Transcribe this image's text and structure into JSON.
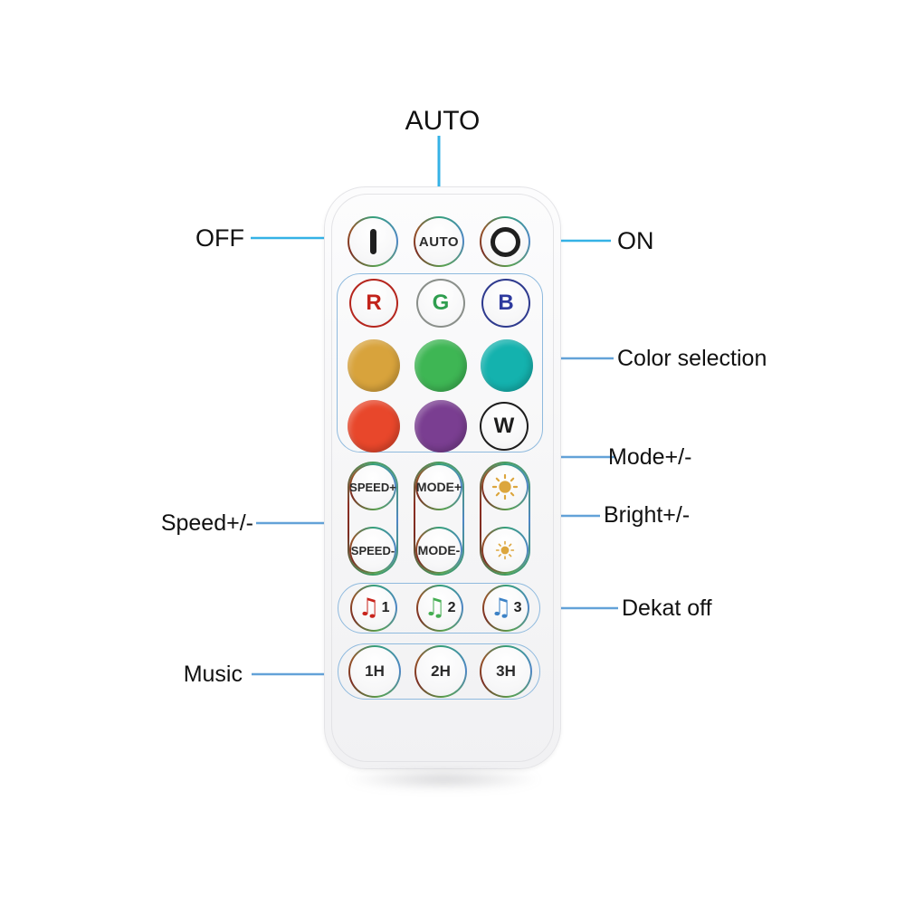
{
  "labels": {
    "auto": "AUTO",
    "off": "OFF",
    "on": "ON",
    "color_selection": "Color selection",
    "mode": "Mode+/-",
    "bright": "Bright+/-",
    "dekat": "Dekat off",
    "speed": "Speed+/-",
    "music": "Music"
  },
  "annotation": {
    "line_color_cyan": "#35b2e6",
    "line_color_blue": "#63a2d8"
  },
  "remote": {
    "top_row": {
      "auto_label": "AUTO"
    },
    "color_grid": {
      "r": {
        "label": "R",
        "color": "#c2231b",
        "ring": "#b5251d"
      },
      "g": {
        "label": "G",
        "color": "#2f9e4f",
        "ring": "#8a8f8a"
      },
      "b": {
        "label": "B",
        "color": "#2e3a9e",
        "ring": "#2e3a8e"
      },
      "w": {
        "label": "W",
        "color": "#1c1c1c",
        "ring": "#1c1c1c"
      },
      "swatches": {
        "gold": "#d8a33c",
        "green": "#3eb654",
        "teal": "#14b2ae",
        "red": "#e8472b",
        "purple": "#7a3e91"
      }
    },
    "speed_plus": "SPEED+",
    "speed_minus": "SPEED-",
    "mode_plus": "MODE+",
    "mode_minus": "MODE-",
    "sun_color": "#dca63e",
    "music_buttons": [
      {
        "number": "1",
        "color": "#c8241c"
      },
      {
        "number": "2",
        "color": "#44ad52"
      },
      {
        "number": "3",
        "color": "#3c82c6"
      }
    ],
    "timer_buttons": [
      {
        "label": "1H"
      },
      {
        "label": "2H"
      },
      {
        "label": "3H"
      }
    ],
    "icons": {
      "music_note": "♫"
    }
  }
}
